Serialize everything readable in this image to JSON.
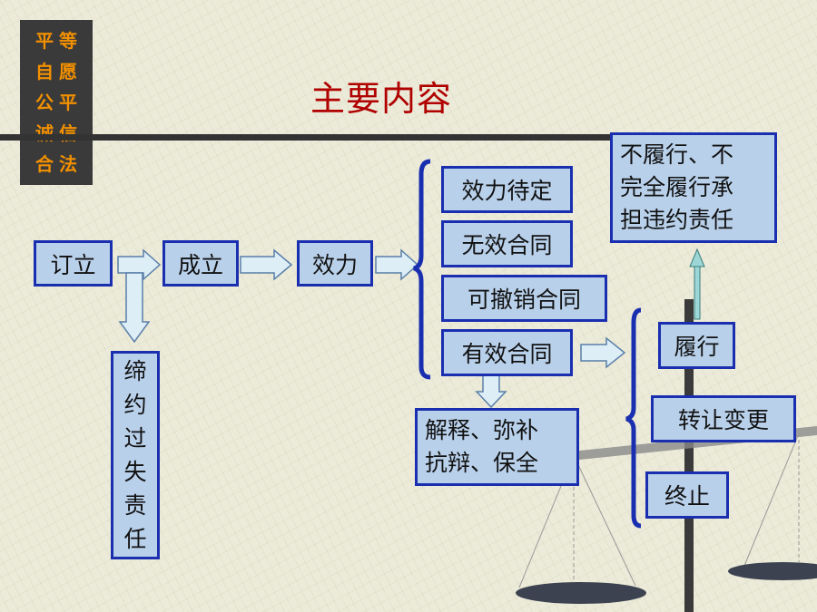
{
  "logo": {
    "col1": [
      "等",
      "愿",
      "平",
      "信",
      "法"
    ],
    "col2": [
      "平",
      "自",
      "公",
      "诚",
      "合"
    ]
  },
  "title": "主要内容",
  "nodes": {
    "dingli": "订立",
    "chengli": "成立",
    "xiaoli": "效力",
    "diyue_zeren": [
      "缔",
      "约",
      "过",
      "失",
      "责",
      "任"
    ],
    "xiaoli_daiding": "效力待定",
    "wuxiao_hetong": "无效合同",
    "kechexiao_hetong": "可撤销合同",
    "youxiao_hetong": "有效合同",
    "jieshi": [
      "解释、弥补",
      "抗辩、保全"
    ],
    "lvxing": "履行",
    "zhuanrang_biangeng": "转让变更",
    "zhongzhi": "终止",
    "weiyue_zeren": [
      "不履行、不",
      "完全履行承",
      "担违约责任"
    ]
  },
  "colors": {
    "box_fill": "#b8d0ea",
    "box_border": "#1a2fb0",
    "title": "#b00000",
    "logo_text": "#f29000",
    "logo_bg": "#3a3a3a",
    "arrow_fill": "#ddeef7",
    "arrow_stroke": "#5a7fa8"
  }
}
